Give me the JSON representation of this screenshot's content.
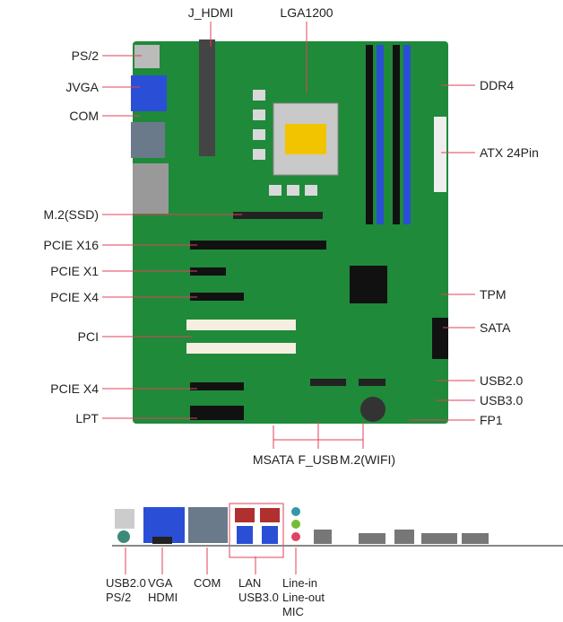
{
  "colors": {
    "board": "#1f8a3a",
    "leader": "#e0405a",
    "dimm_blue": "#2a4fd6",
    "dimm_black": "#111111"
  },
  "top_labels": [
    "J_HDMI",
    "LGA1200"
  ],
  "left_labels": [
    "PS/2",
    "JVGA",
    "COM",
    "M.2(SSD)",
    "PCIE X16",
    "PCIE X1",
    "PCIE X4",
    "PCI",
    "PCIE X4",
    "LPT"
  ],
  "right_labels": [
    "DDR4",
    "ATX 24Pin",
    "TPM",
    "SATA",
    "USB2.0",
    "USB3.0",
    "FP1"
  ],
  "bottom_labels": [
    "MSATA",
    "F_USB",
    "M.2(WIFI)"
  ],
  "io_labels": [
    {
      "line1": "USB2.0",
      "line2": "PS/2"
    },
    {
      "line1": "VGA",
      "line2": "HDMI"
    },
    {
      "line1": "COM"
    },
    {
      "line1": "LAN",
      "line2": "USB3.0"
    },
    {
      "line1": "Line-in",
      "line2": "Line-out",
      "line3": "MIC"
    }
  ]
}
